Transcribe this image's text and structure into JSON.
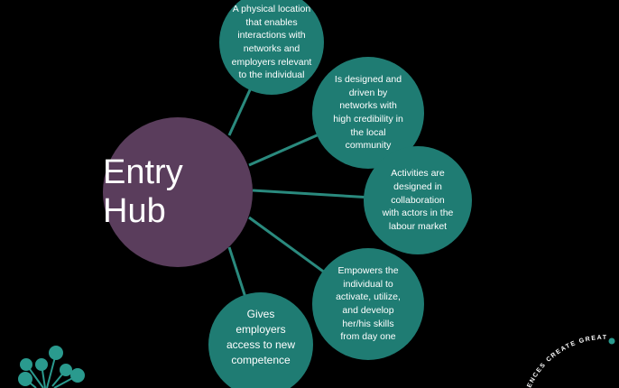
{
  "hub": {
    "label": "Entry Hub"
  },
  "nodes": [
    {
      "text": "A physical location that enables interactions with networks and employers relevant to the individual"
    },
    {
      "text": "Is designed and driven by networks with high credibility in the local community"
    },
    {
      "text": "Activities are designed in collaboration with actors in the labour market"
    },
    {
      "text": "Empowers the individual to activate, utilize, and develop her/his skills from day one"
    },
    {
      "text": "Gives employers access to new competence"
    }
  ],
  "tagline": "ENCES CREATE GREATNESS",
  "colors": {
    "hub": "#5a3d5c",
    "node": "#1f7c73",
    "line": "#2a8a7e"
  }
}
